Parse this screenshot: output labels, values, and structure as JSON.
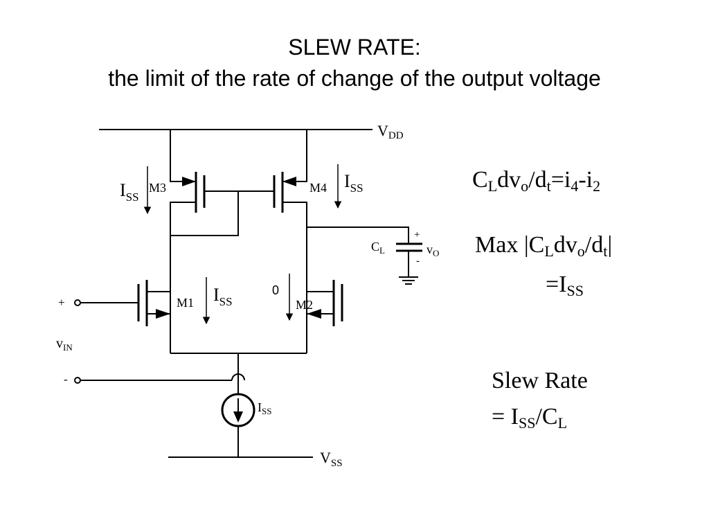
{
  "title": {
    "line1": "SLEW RATE:",
    "line2": "the limit of the rate of change of the output voltage"
  },
  "circuit": {
    "vdd": {
      "main": "V",
      "sub": "DD"
    },
    "vss": {
      "main": "V",
      "sub": "SS"
    },
    "m1": "M1",
    "m2": "M2",
    "m3": "M3",
    "m4": "M4",
    "iss_m3": {
      "main": "I",
      "sub": "SS"
    },
    "iss_m4": {
      "main": "I",
      "sub": "SS"
    },
    "iss_m1": {
      "main": "I",
      "sub": "SS"
    },
    "iss_src": {
      "main": "I",
      "sub": "SS"
    },
    "zero": "0",
    "cl": {
      "main": "C",
      "sub": "L"
    },
    "vo": {
      "main": "v",
      "sub": "O"
    },
    "cap_plus": "+",
    "cap_minus": "-",
    "vin": {
      "main": "v",
      "sub": "IN"
    },
    "in_plus": "+",
    "in_minus": "-"
  },
  "equations": {
    "eq1": {
      "C": "C",
      "L": "L",
      "dv": "dv",
      "o": "o",
      "slash_d": "/d",
      "t": "t",
      "eq_i": "=i",
      "four": "4",
      "minus_i": "-i",
      "two": "2"
    },
    "eq2": {
      "max": "Max |C",
      "L": "L",
      "dv": "dv",
      "o": "o",
      "slash_d": "/d",
      "t": "t",
      "bar": "|"
    },
    "eq3": {
      "eqI": "=I",
      "SS": "SS"
    },
    "eq4": {
      "line1": "Slew Rate",
      "eqI": "= I",
      "SS": "SS",
      "slashC": "/C",
      "L": "L"
    }
  }
}
